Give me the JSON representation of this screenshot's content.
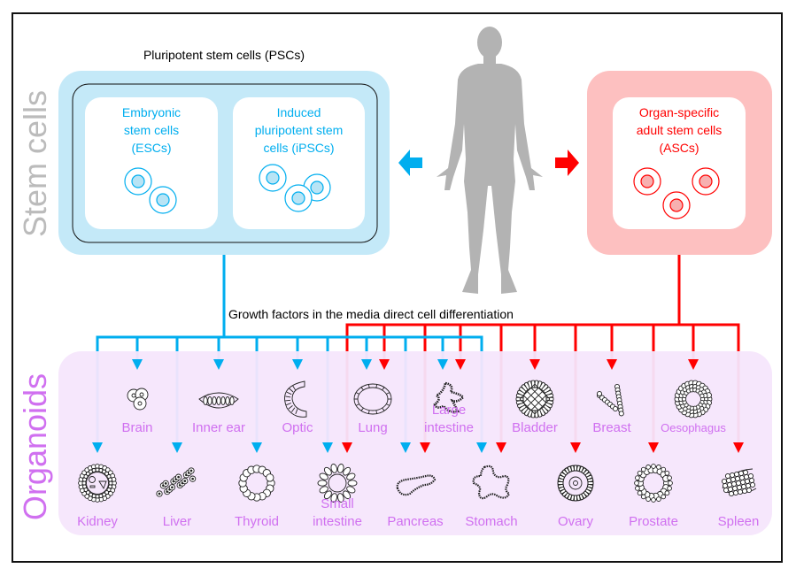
{
  "colors": {
    "blue": "#00aeef",
    "blue_fill": "#c4e9f8",
    "blue_cell_fill": "#b8e4f5",
    "red": "#ff0000",
    "red_fill": "#fdc0c0",
    "red_cell_fill": "#f7b0b0",
    "purple": "#d070f0",
    "purple_fill": "#f5e6fc",
    "gray_text": "#bbbbbb",
    "silhouette": "#b3b3b3",
    "black": "#000000"
  },
  "side_labels": {
    "stem_cells": "Stem cells",
    "organoids": "Organoids"
  },
  "psc": {
    "title": "Pluripotent stem cells (PSCs)",
    "esc_label": "Embryonic\nstem cells\n(ESCs)",
    "ipsc_label": "Induced\npluripotent stem\ncells (iPSCs)"
  },
  "asc": {
    "label": "Organ-specific\nadult stem cells\n(ASCs)"
  },
  "human_icon": "human-body-silhouette",
  "arrows": {
    "to_psc": "left-arrow",
    "to_asc": "right-arrow"
  },
  "growth_factors_caption": "Growth factors in the media direct cell differentiation",
  "organoids": {
    "top_row": [
      {
        "name": "Brain",
        "from_psc": true,
        "from_asc": false,
        "icon": "brain-organoid-icon"
      },
      {
        "name": "Inner ear",
        "from_psc": true,
        "from_asc": false,
        "icon": "inner-ear-organoid-icon"
      },
      {
        "name": "Optic",
        "from_psc": true,
        "from_asc": false,
        "icon": "optic-organoid-icon"
      },
      {
        "name": "Lung",
        "from_psc": true,
        "from_asc": true,
        "icon": "lung-organoid-icon"
      },
      {
        "name": "Large\nintestine",
        "from_psc": true,
        "from_asc": true,
        "icon": "large-intestine-organoid-icon"
      },
      {
        "name": "Bladder",
        "from_psc": false,
        "from_asc": true,
        "icon": "bladder-organoid-icon"
      },
      {
        "name": "Breast",
        "from_psc": false,
        "from_asc": true,
        "icon": "breast-organoid-icon"
      },
      {
        "name": "Oesophagus",
        "from_psc": false,
        "from_asc": true,
        "icon": "oesophagus-organoid-icon"
      }
    ],
    "bottom_row": [
      {
        "name": "Kidney",
        "from_psc": true,
        "from_asc": false,
        "icon": "kidney-organoid-icon"
      },
      {
        "name": "Liver",
        "from_psc": true,
        "from_asc": false,
        "icon": "liver-organoid-icon"
      },
      {
        "name": "Thyroid",
        "from_psc": true,
        "from_asc": false,
        "icon": "thyroid-organoid-icon"
      },
      {
        "name": "Small\nintestine",
        "from_psc": true,
        "from_asc": true,
        "icon": "small-intestine-organoid-icon"
      },
      {
        "name": "Pancreas",
        "from_psc": true,
        "from_asc": true,
        "icon": "pancreas-organoid-icon"
      },
      {
        "name": "Stomach",
        "from_psc": true,
        "from_asc": true,
        "icon": "stomach-organoid-icon"
      },
      {
        "name": "Ovary",
        "from_psc": false,
        "from_asc": true,
        "icon": "ovary-organoid-icon"
      },
      {
        "name": "Prostate",
        "from_psc": false,
        "from_asc": true,
        "icon": "prostate-organoid-icon"
      },
      {
        "name": "Spleen",
        "from_psc": false,
        "from_asc": true,
        "icon": "spleen-organoid-icon"
      }
    ]
  }
}
